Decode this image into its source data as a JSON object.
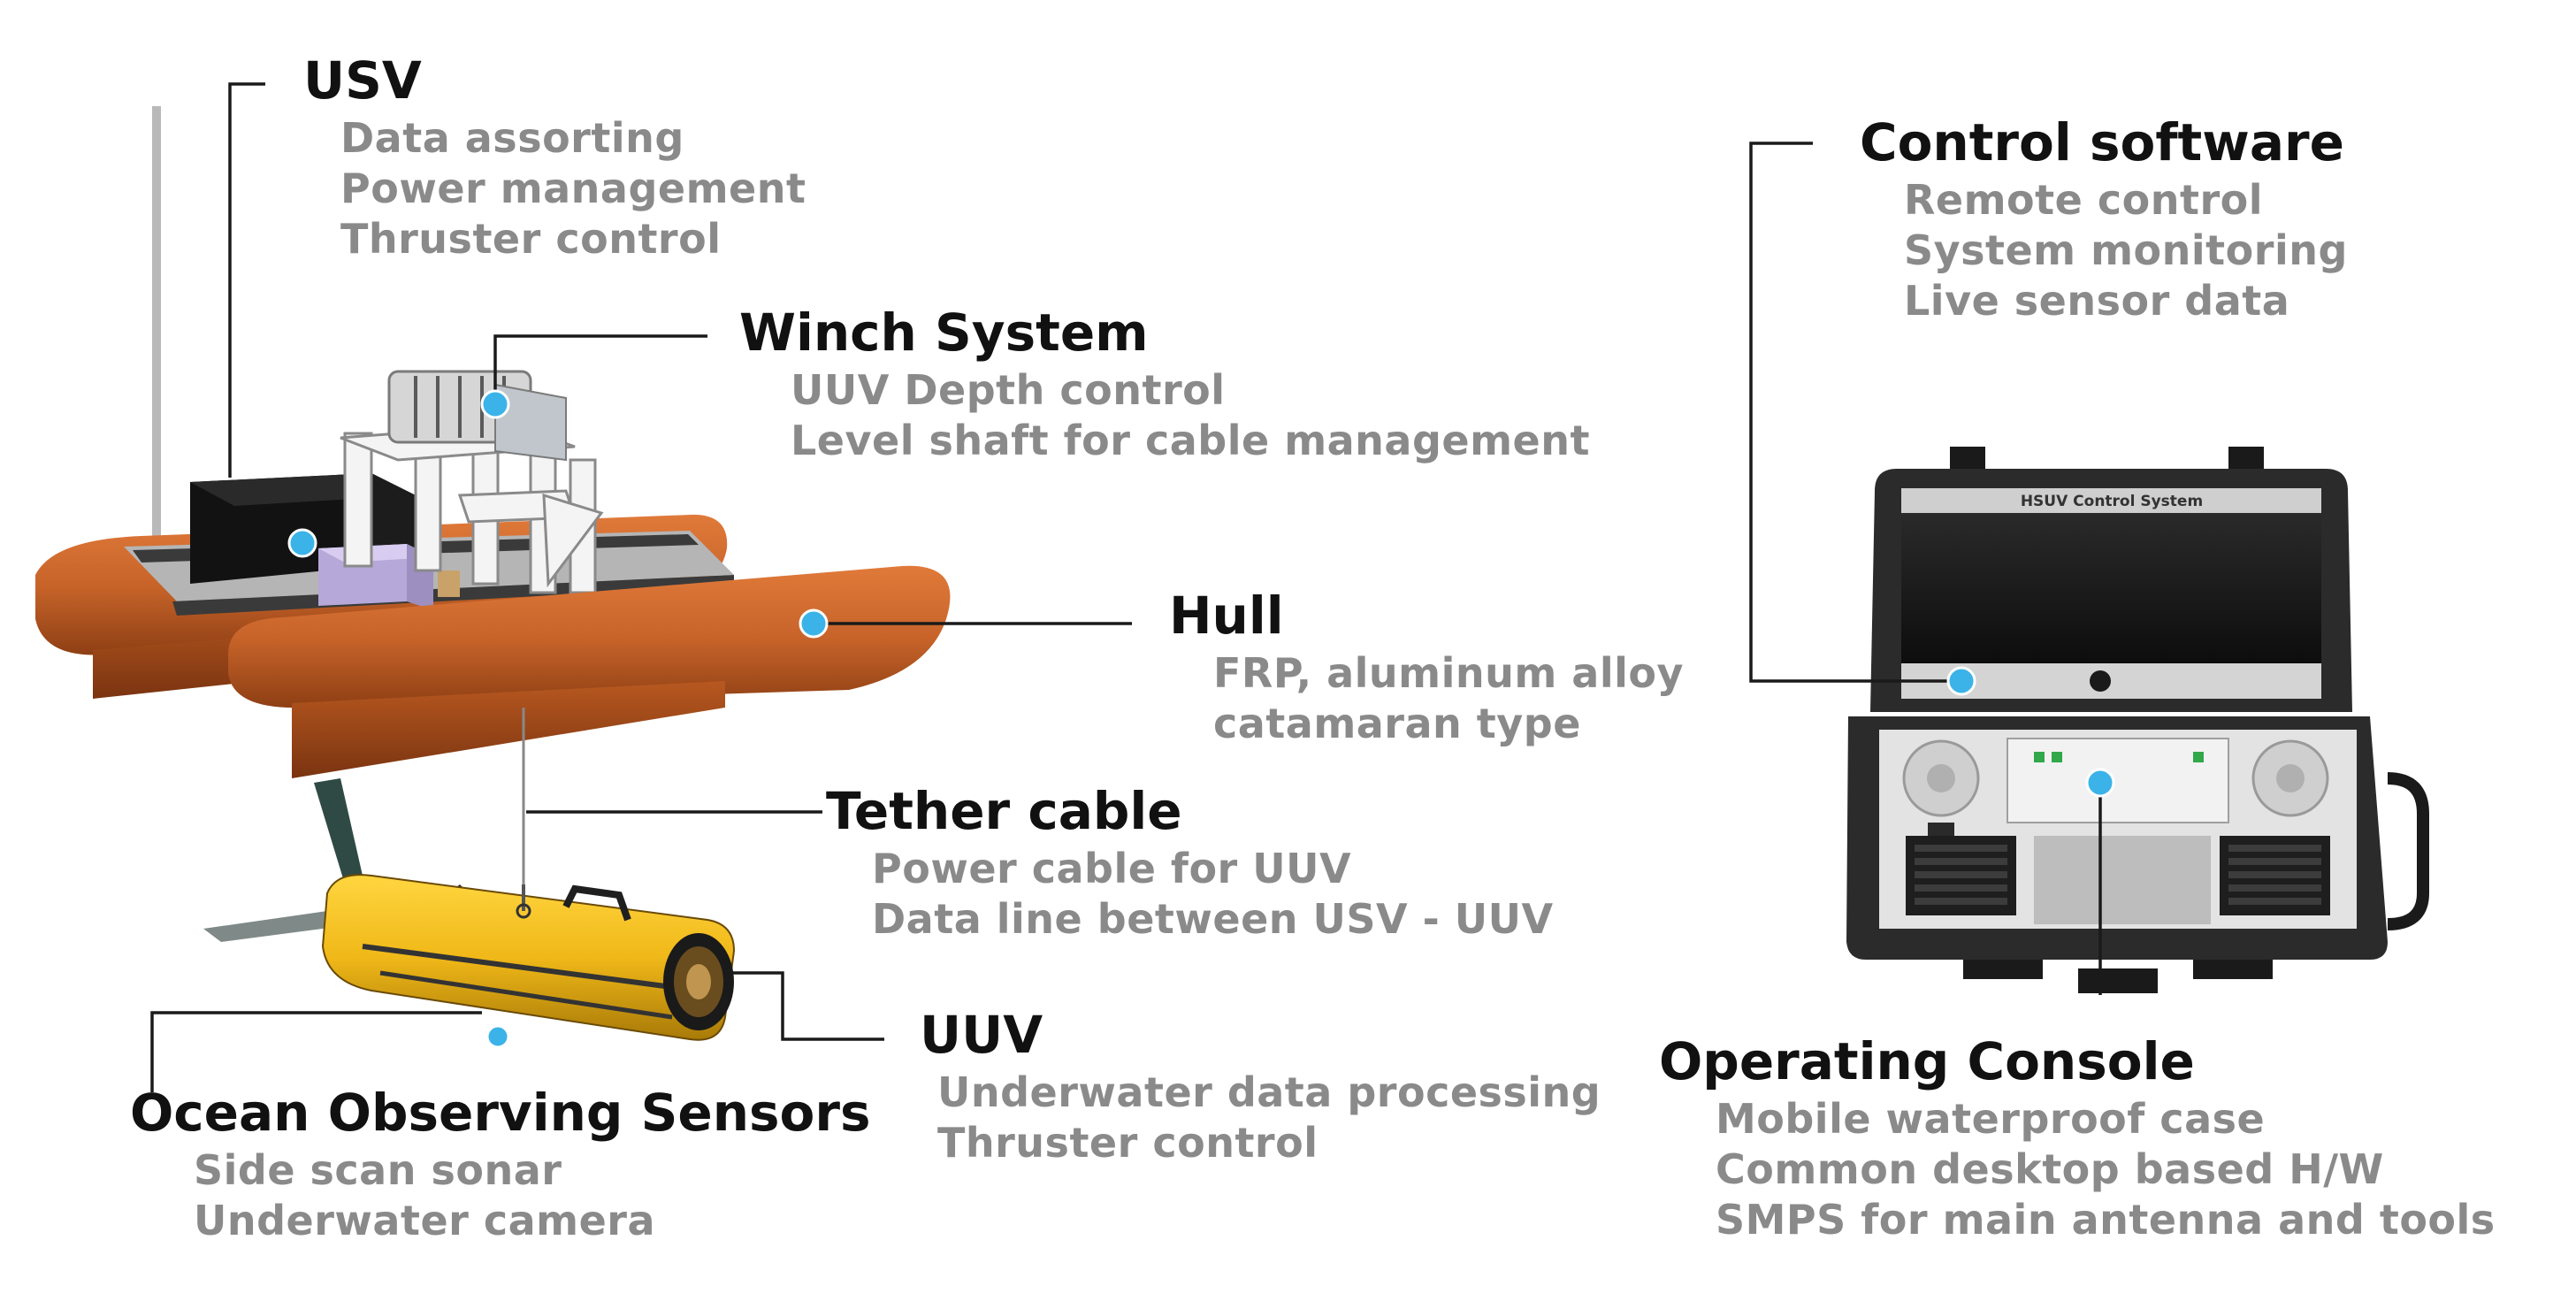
{
  "labels": {
    "usv": {
      "title": "USV",
      "items": [
        "Data assorting",
        "Power management",
        "Thruster control"
      ]
    },
    "winch": {
      "title": "Winch System",
      "items": [
        "UUV Depth control",
        "Level shaft for cable management"
      ]
    },
    "hull": {
      "title": "Hull",
      "items": [
        "FRP, aluminum alloy",
        "catamaran type"
      ]
    },
    "tether": {
      "title": "Tether cable",
      "items": [
        "Power cable for UUV",
        "Data line between USV - UUV"
      ]
    },
    "uuv": {
      "title": "UUV",
      "items": [
        "Underwater data processing",
        "Thruster control"
      ]
    },
    "sensors": {
      "title": "Ocean Observing Sensors",
      "items": [
        "Side scan sonar",
        "Underwater camera"
      ]
    },
    "software": {
      "title": "Control software",
      "items": [
        "Remote control",
        "System monitoring",
        "Live sensor data"
      ]
    },
    "console": {
      "title": "Operating Console",
      "items": [
        "Mobile waterproof case",
        "Common desktop based H/W",
        "SMPS for main antenna and tools"
      ]
    }
  },
  "console_screen_title": "HSUV Control System",
  "colors": {
    "hull": "#c8642a",
    "uuv_body": "#f0b818",
    "marker": "#3bb3e8",
    "case": "#2b2b2b"
  }
}
